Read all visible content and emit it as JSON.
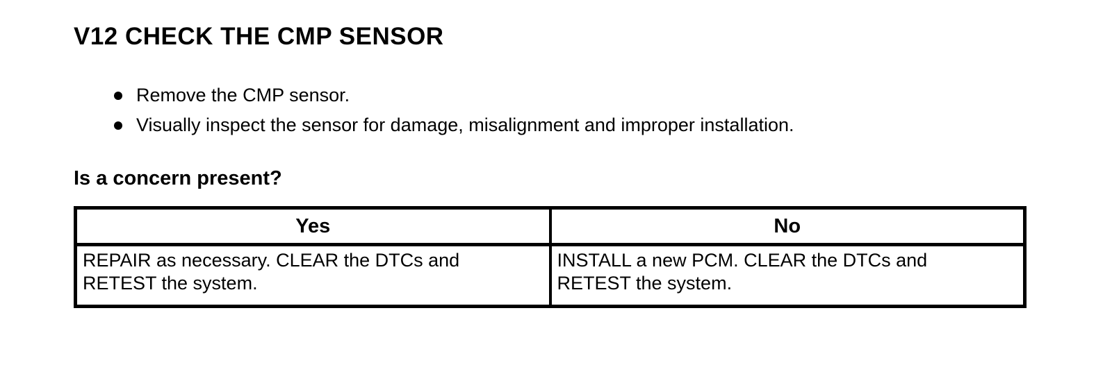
{
  "page": {
    "title": "V12 CHECK THE CMP SENSOR",
    "bullets": [
      "Remove the CMP sensor.",
      "Visually inspect the sensor for damage, misalignment and improper installation."
    ],
    "question": "Is a concern present?",
    "table": {
      "headers": [
        "Yes",
        "No"
      ],
      "cells": [
        "REPAIR as necessary. CLEAR the DTCs and\nRETEST the system.",
        "INSTALL a new PCM. CLEAR the DTCs and\nRETEST the system."
      ]
    },
    "colors": {
      "text": "#000000",
      "background": "#ffffff",
      "table_border": "#000000"
    }
  }
}
